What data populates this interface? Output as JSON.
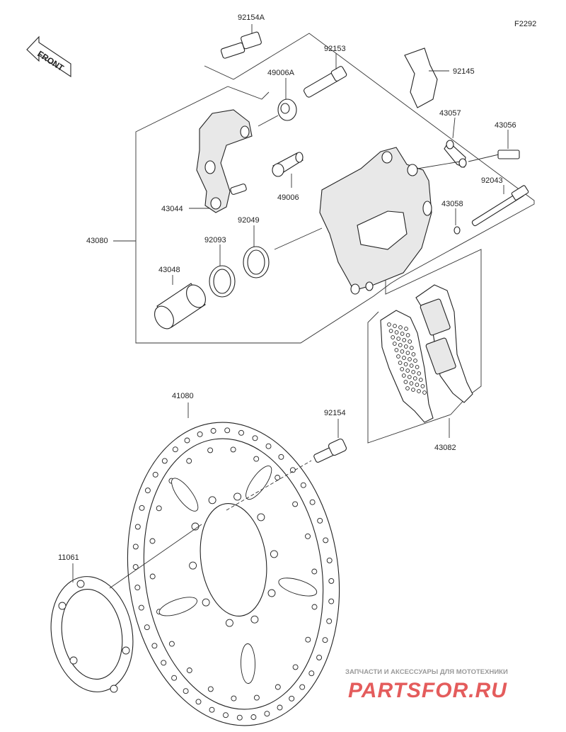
{
  "diagram": {
    "code": "F2292",
    "front_label": "FRONT",
    "parts": {
      "p92154A": "92154A",
      "p92153": "92153",
      "p92145": "92145",
      "p49006A": "49006A",
      "p43057": "43057",
      "p43056": "43056",
      "p49006": "49006",
      "p92043": "92043",
      "p43044": "43044",
      "p43058": "43058",
      "p43080": "43080",
      "p92049": "92049",
      "p92093": "92093",
      "p43048": "43048",
      "p41080": "41080",
      "p92154": "92154",
      "p43082": "43082",
      "p11061": "11061"
    }
  },
  "watermark": {
    "caption": "ЗАПЧАСТИ И АКСЕССУАРЫ ДЛЯ МОТОТЕХНИКИ",
    "brand": "PARTSFOR.RU"
  }
}
